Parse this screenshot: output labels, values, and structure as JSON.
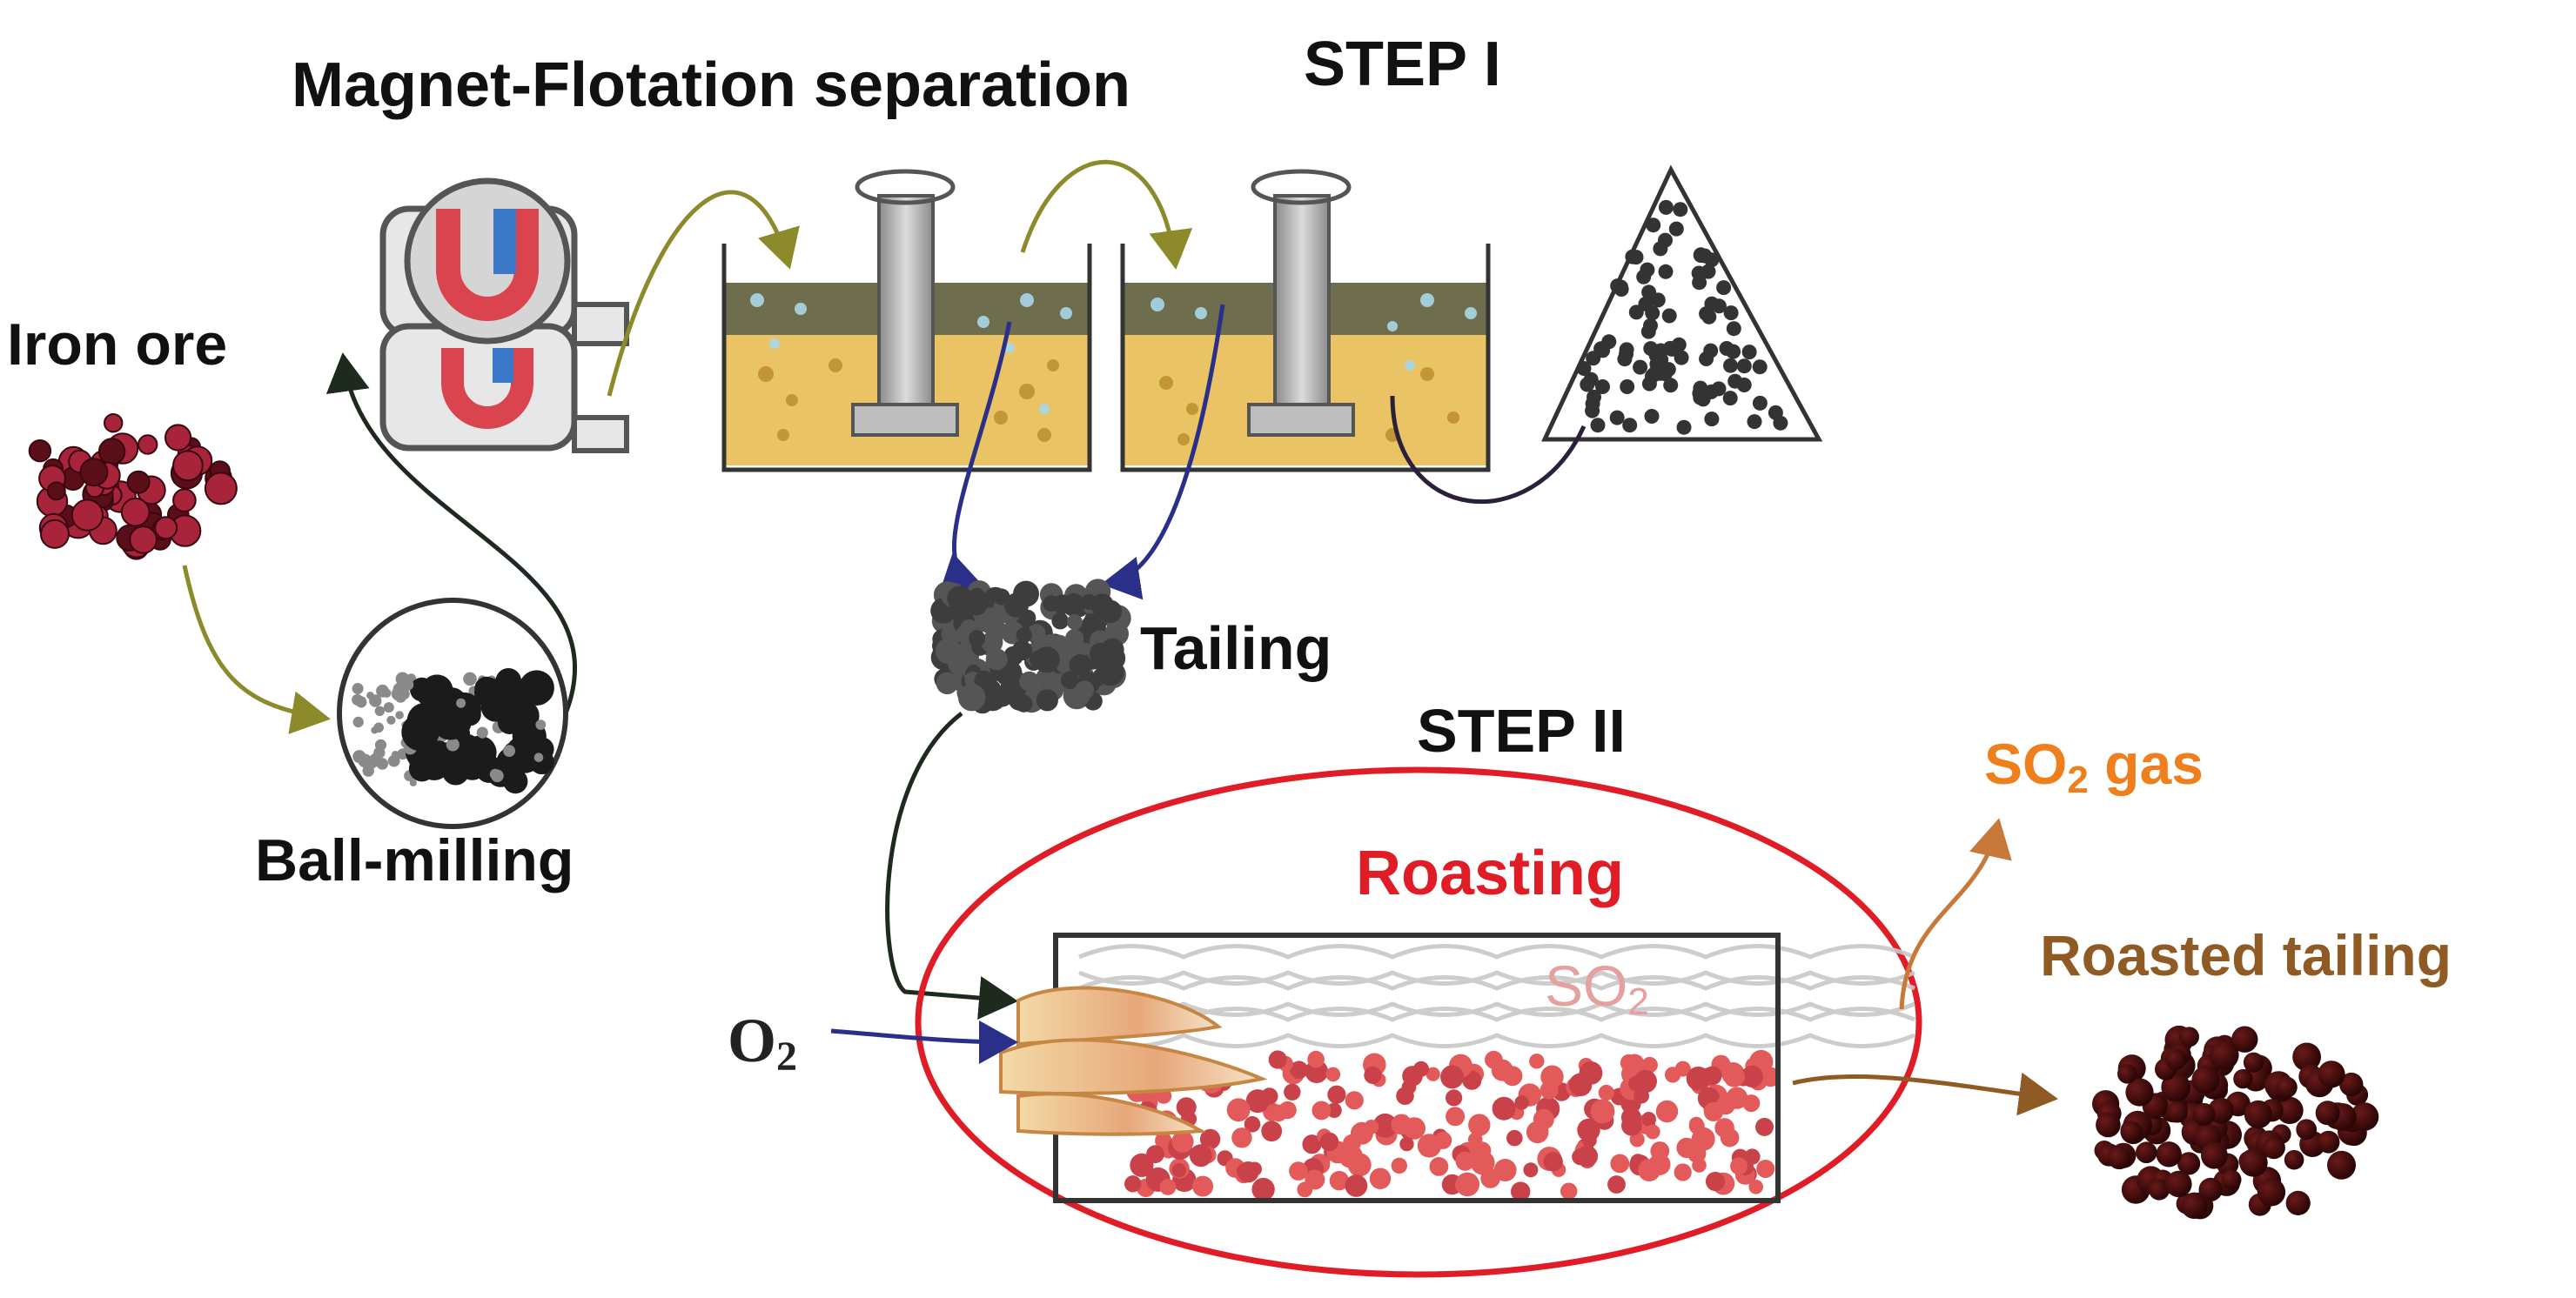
{
  "labels": {
    "magnet_flotation": "Magnet-Flotation separation",
    "step1": "STEP I",
    "iron_ore": "Iron ore",
    "ball_milling": "Ball-milling",
    "tailing": "Tailing",
    "step2": "STEP II",
    "so2_gas_prefix": "SO",
    "so2_gas_sub": "2",
    "so2_gas_suffix": " gas",
    "roasting": "Roasting",
    "roasted_tailing": "Roasted tailing",
    "o2_prefix": "O",
    "o2_sub": "2",
    "so2_inner_prefix": "SO",
    "so2_inner_sub": "2"
  },
  "colors": {
    "roasting_ellipse": "#e01d26",
    "so2_gas": "#ee7f1c",
    "roasted_tailing": "#8f5a24",
    "flow_arrow_olive": "#8c8a2a",
    "flow_arrow_blue": "#2a2f8a",
    "slurry": "#e9c364",
    "froth": "#6e6e4e",
    "iron_ore_particles": "#a8243a",
    "roasted_particles": "#3a0a0a",
    "hot_particles": "#e35a5a"
  },
  "icons": [
    "magnet-separator-icon",
    "flotation-cell-icon",
    "impeller-icon",
    "ball-mill-icon",
    "concentrate-pile-icon",
    "roasting-furnace-icon",
    "flame-icon"
  ]
}
